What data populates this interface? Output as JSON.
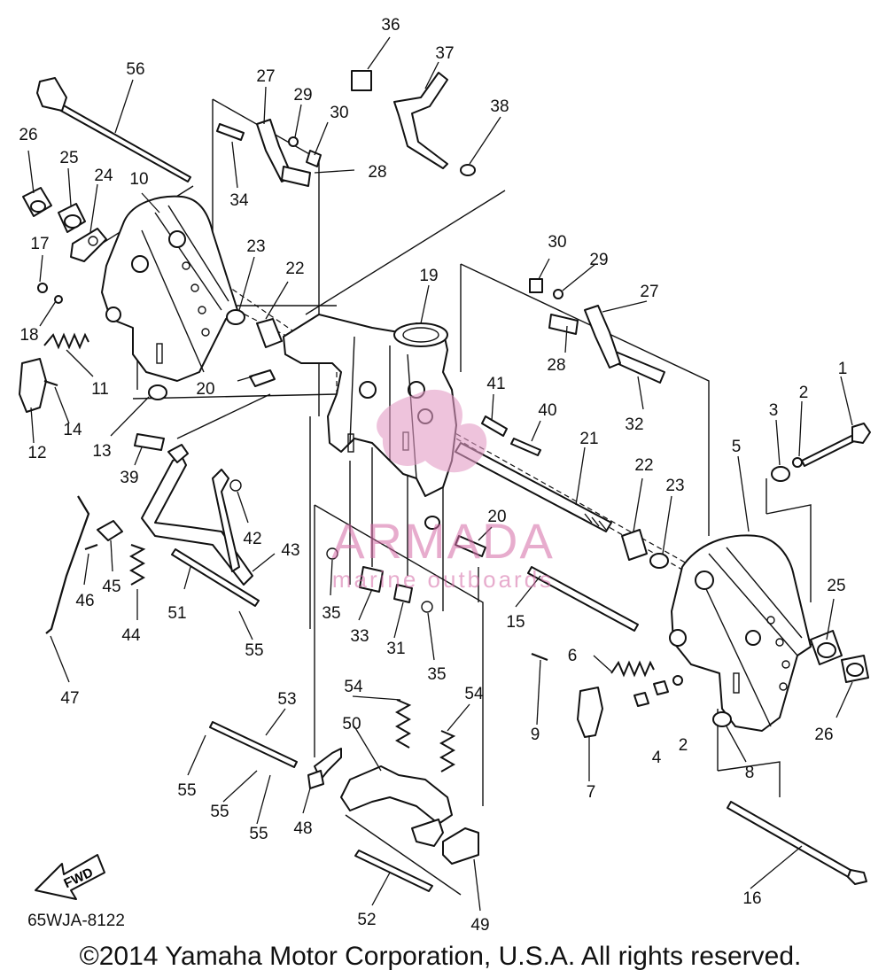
{
  "diagram": {
    "code": "65WJA-8122",
    "copyright": "©2014 Yamaha Motor Corporation, U.S.A. All rights reserved.",
    "fwd_label": "FWD",
    "watermark": {
      "name": "ARMADA",
      "tagline": "marine outboards"
    }
  },
  "labels": [
    {
      "id": "l1",
      "text": "1"
    },
    {
      "id": "l2a",
      "text": "2"
    },
    {
      "id": "l2b",
      "text": "2"
    },
    {
      "id": "l3",
      "text": "3"
    },
    {
      "id": "l4",
      "text": "4"
    },
    {
      "id": "l5",
      "text": "5"
    },
    {
      "id": "l6",
      "text": "6"
    },
    {
      "id": "l7",
      "text": "7"
    },
    {
      "id": "l8",
      "text": "8"
    },
    {
      "id": "l9",
      "text": "9"
    },
    {
      "id": "l10",
      "text": "10"
    },
    {
      "id": "l11",
      "text": "11"
    },
    {
      "id": "l12",
      "text": "12"
    },
    {
      "id": "l13",
      "text": "13"
    },
    {
      "id": "l14",
      "text": "14"
    },
    {
      "id": "l15",
      "text": "15"
    },
    {
      "id": "l16",
      "text": "16"
    },
    {
      "id": "l17",
      "text": "17"
    },
    {
      "id": "l18",
      "text": "18"
    },
    {
      "id": "l19",
      "text": "19"
    },
    {
      "id": "l20a",
      "text": "20"
    },
    {
      "id": "l20b",
      "text": "20"
    },
    {
      "id": "l21",
      "text": "21"
    },
    {
      "id": "l22a",
      "text": "22"
    },
    {
      "id": "l22b",
      "text": "22"
    },
    {
      "id": "l23a",
      "text": "23"
    },
    {
      "id": "l23b",
      "text": "23"
    },
    {
      "id": "l24",
      "text": "24"
    },
    {
      "id": "l25a",
      "text": "25"
    },
    {
      "id": "l25b",
      "text": "25"
    },
    {
      "id": "l26a",
      "text": "26"
    },
    {
      "id": "l26b",
      "text": "26"
    },
    {
      "id": "l27a",
      "text": "27"
    },
    {
      "id": "l27b",
      "text": "27"
    },
    {
      "id": "l28a",
      "text": "28"
    },
    {
      "id": "l28b",
      "text": "28"
    },
    {
      "id": "l29a",
      "text": "29"
    },
    {
      "id": "l29b",
      "text": "29"
    },
    {
      "id": "l30a",
      "text": "30"
    },
    {
      "id": "l30b",
      "text": "30"
    },
    {
      "id": "l31",
      "text": "31"
    },
    {
      "id": "l32",
      "text": "32"
    },
    {
      "id": "l33",
      "text": "33"
    },
    {
      "id": "l34",
      "text": "34"
    },
    {
      "id": "l35a",
      "text": "35"
    },
    {
      "id": "l35b",
      "text": "35"
    },
    {
      "id": "l36",
      "text": "36"
    },
    {
      "id": "l37",
      "text": "37"
    },
    {
      "id": "l38",
      "text": "38"
    },
    {
      "id": "l39",
      "text": "39"
    },
    {
      "id": "l40",
      "text": "40"
    },
    {
      "id": "l41",
      "text": "41"
    },
    {
      "id": "l42",
      "text": "42"
    },
    {
      "id": "l43",
      "text": "43"
    },
    {
      "id": "l44",
      "text": "44"
    },
    {
      "id": "l45",
      "text": "45"
    },
    {
      "id": "l46",
      "text": "46"
    },
    {
      "id": "l47",
      "text": "47"
    },
    {
      "id": "l48",
      "text": "48"
    },
    {
      "id": "l49",
      "text": "49"
    },
    {
      "id": "l50",
      "text": "50"
    },
    {
      "id": "l51",
      "text": "51"
    },
    {
      "id": "l52",
      "text": "52"
    },
    {
      "id": "l53",
      "text": "53"
    },
    {
      "id": "l54a",
      "text": "54"
    },
    {
      "id": "l54b",
      "text": "54"
    },
    {
      "id": "l55a",
      "text": "55"
    },
    {
      "id": "l55b",
      "text": "55"
    },
    {
      "id": "l55c",
      "text": "55"
    },
    {
      "id": "l55d",
      "text": "55"
    },
    {
      "id": "l56",
      "text": "56"
    }
  ]
}
